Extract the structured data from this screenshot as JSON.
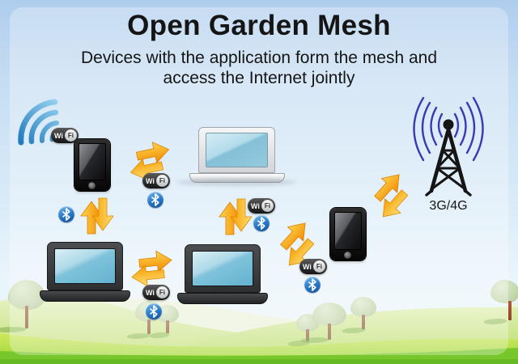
{
  "title": "Open Garden Mesh",
  "subtitle_line1": "Devices with the application form the mesh and",
  "subtitle_line2": "access the Internet jointly",
  "tower": {
    "label": "3G/4G"
  },
  "wifi_badge": {
    "wi": "Wi",
    "fi": "Fi"
  },
  "icons": {
    "wifi_signal": "wifi-signal-waves",
    "wifi_badge": "wifi-badge",
    "bluetooth": "bluetooth-icon",
    "transfer_arrows": "orange-double-arrows",
    "cell_tower": "cell-tower-antenna"
  },
  "colors": {
    "arrow_orange": "#F59B00",
    "wifi_signal_blue": "#2A8FD0",
    "tower_arc_blue": "#3A3AB5",
    "bluetooth_blue": "#1B62B0",
    "badge_dark": "#1A1A1A",
    "screen_blue": "#8FC8DC",
    "sky_blue": "#CFE4F6",
    "grass_green": "#8FD22F"
  }
}
